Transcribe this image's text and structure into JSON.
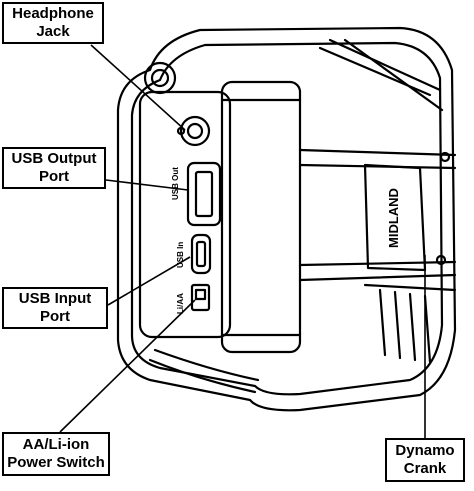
{
  "labels": {
    "headphone_jack": {
      "line1": "Headphone",
      "line2": "Jack"
    },
    "usb_output": {
      "line1": "USB Output",
      "line2": "Port"
    },
    "usb_input": {
      "line1": "USB Input",
      "line2": "Port"
    },
    "power_switch": {
      "line1": "AA/Li-ion",
      "line2": "Power Switch"
    },
    "dynamo_crank": {
      "line1": "Dynamo",
      "line2": "Crank"
    }
  },
  "device_markings": {
    "usb_out": "USB Out",
    "usb_in": "USB In",
    "li_aa": "Li/AA",
    "brand": "MIDLAND"
  }
}
